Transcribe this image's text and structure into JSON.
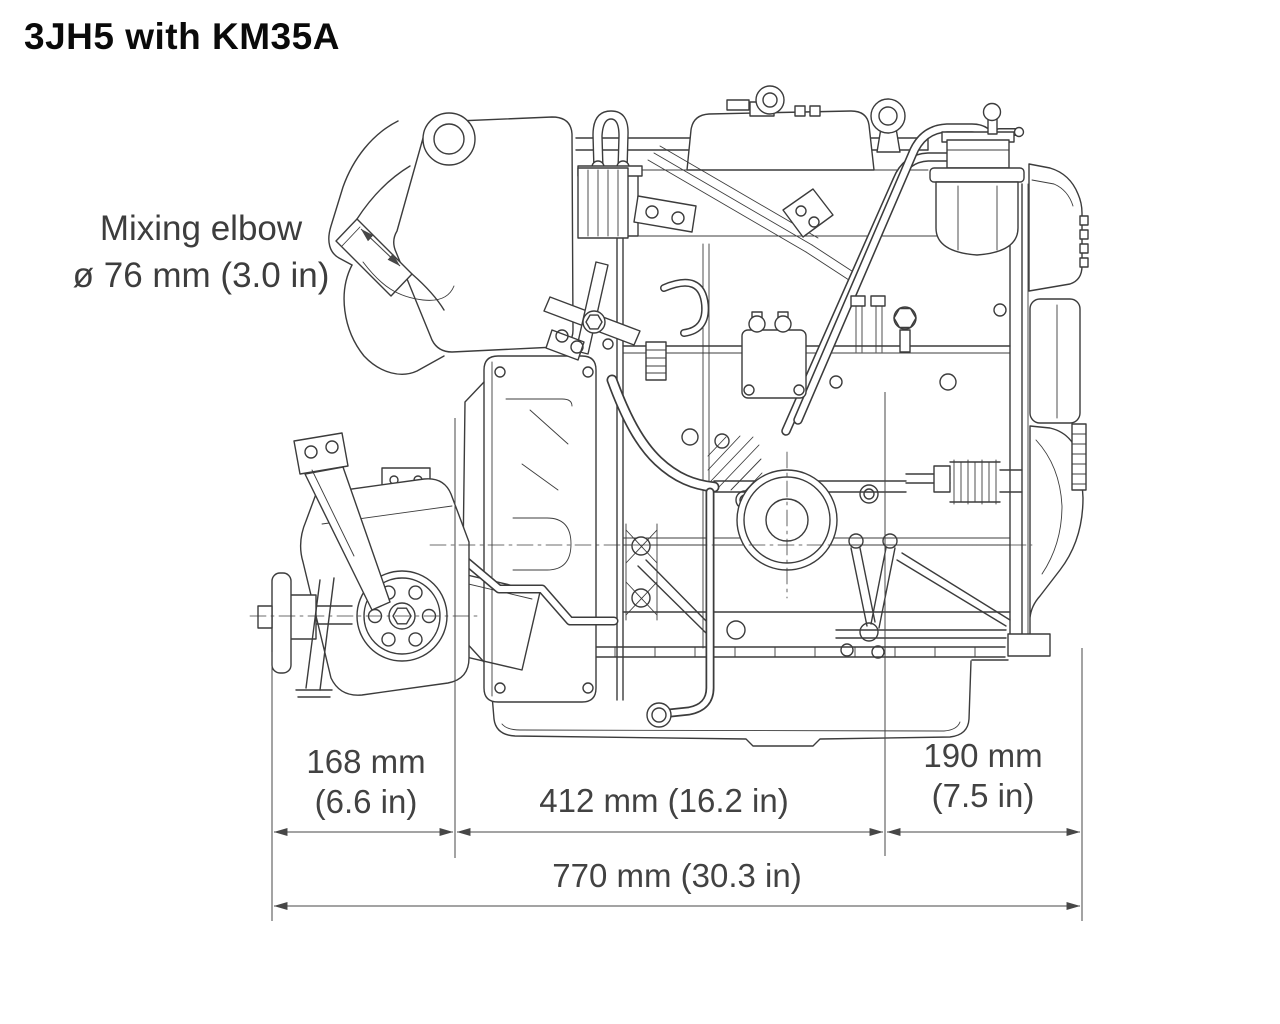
{
  "canvas": {
    "background": "#ffffff",
    "line_ink": "#3c3c3c",
    "dimension_ink": "#474747",
    "title_color": "#0a0a0a"
  },
  "title": "3JH5 with KM35A",
  "callout": {
    "line1": "Mixing elbow",
    "line2": "ø 76 mm (3.0 in)"
  },
  "dimensions": {
    "front": {
      "mm": "168 mm",
      "inch": "(6.6 in)"
    },
    "middle": {
      "label": "412 mm (16.2 in)"
    },
    "rear": {
      "mm": "190 mm",
      "inch": "(7.5 in)"
    },
    "overall": {
      "label": "770 mm (30.3 in)"
    }
  }
}
